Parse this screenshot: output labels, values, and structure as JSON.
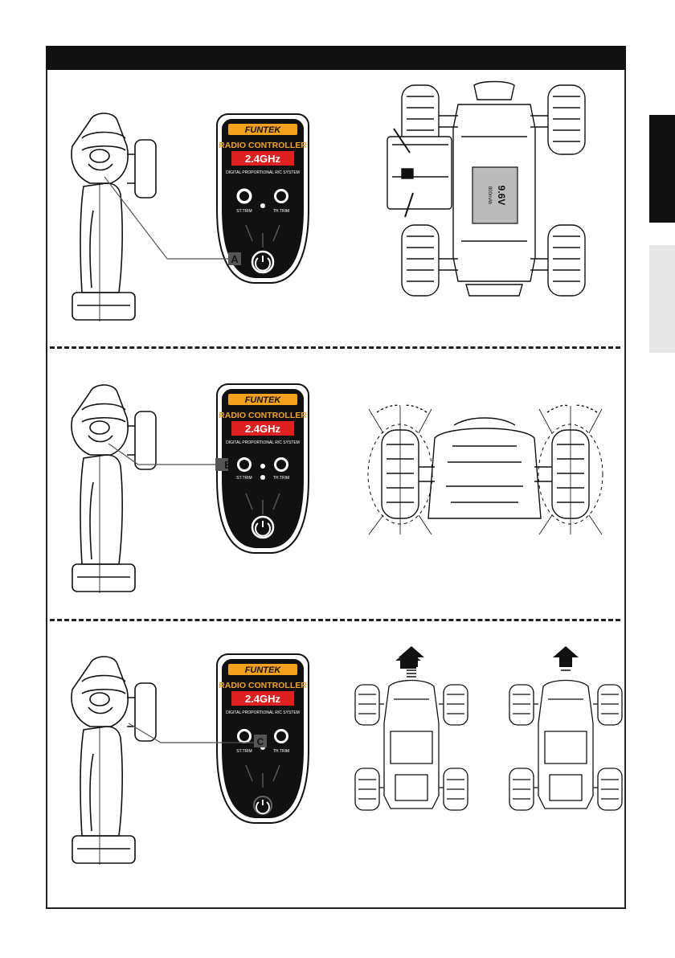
{
  "tabs": [
    {
      "state": "active",
      "color": "#111111"
    },
    {
      "state": "inactive",
      "color": "#e6e6e6"
    }
  ],
  "controller": {
    "brand": "FUNTEK",
    "title": "RADIO CONTROLLER",
    "band": "2.4GHz",
    "subtitle": "DIGITAL PROPORTIONAL R/C SYSTEM",
    "st_trim": "ST.TRIM",
    "th_trim": "TH.TRIM"
  },
  "callouts": {
    "a": "A",
    "b": "B",
    "c": "C"
  },
  "battery": {
    "voltage": "9.6V",
    "capacity": "800mAh"
  },
  "colors": {
    "accent": "#f2a31b",
    "brand_red": "#e02020",
    "ink": "#111111"
  }
}
